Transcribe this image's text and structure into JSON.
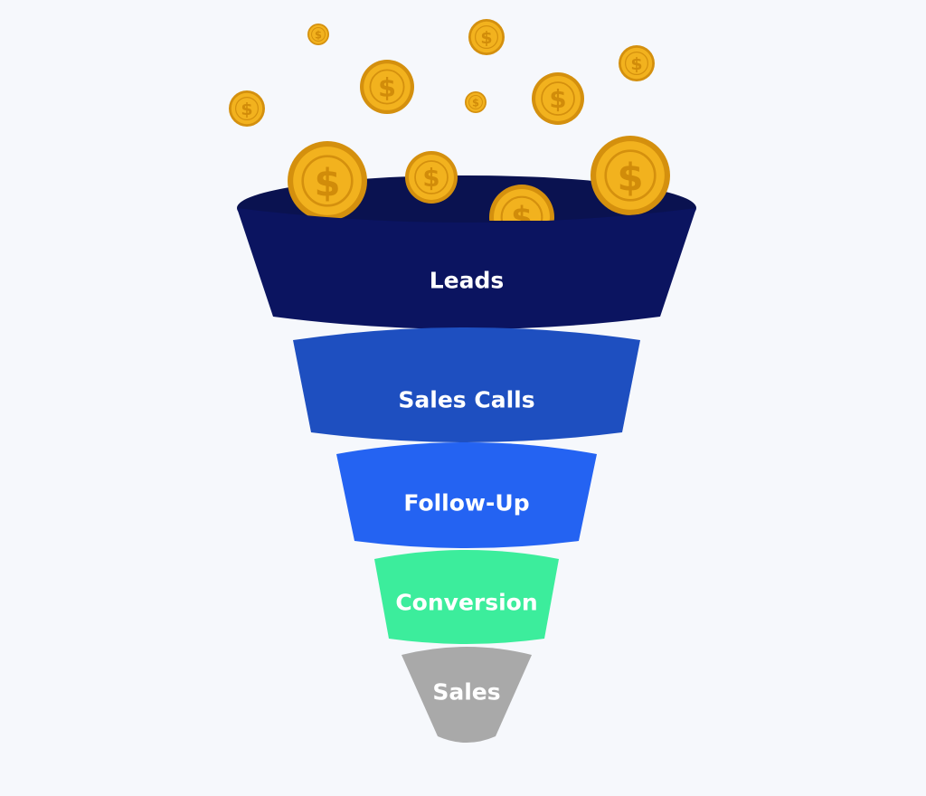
{
  "funnel": {
    "stages": [
      {
        "label": "Leads",
        "color": "#0b1460",
        "rim_color": "#0a1250"
      },
      {
        "label": "Sales Calls",
        "color": "#1e4fc0",
        "rim_color": "#2456c6"
      },
      {
        "label": "Follow-Up",
        "color": "#2463f2",
        "rim_color": "#2a6af4"
      },
      {
        "label": "Conversion",
        "color": "#3ced9c",
        "rim_color": "#35d88d"
      },
      {
        "label": "Sales",
        "color": "#a9a9a9",
        "rim_color": "#9c9c9c"
      }
    ]
  },
  "coins": {
    "symbol": "$",
    "fill_color": "#f2b21e",
    "edge_color": "#d4900e",
    "sign_color": "#d18c0a"
  },
  "background_color": "#f6f8fc"
}
